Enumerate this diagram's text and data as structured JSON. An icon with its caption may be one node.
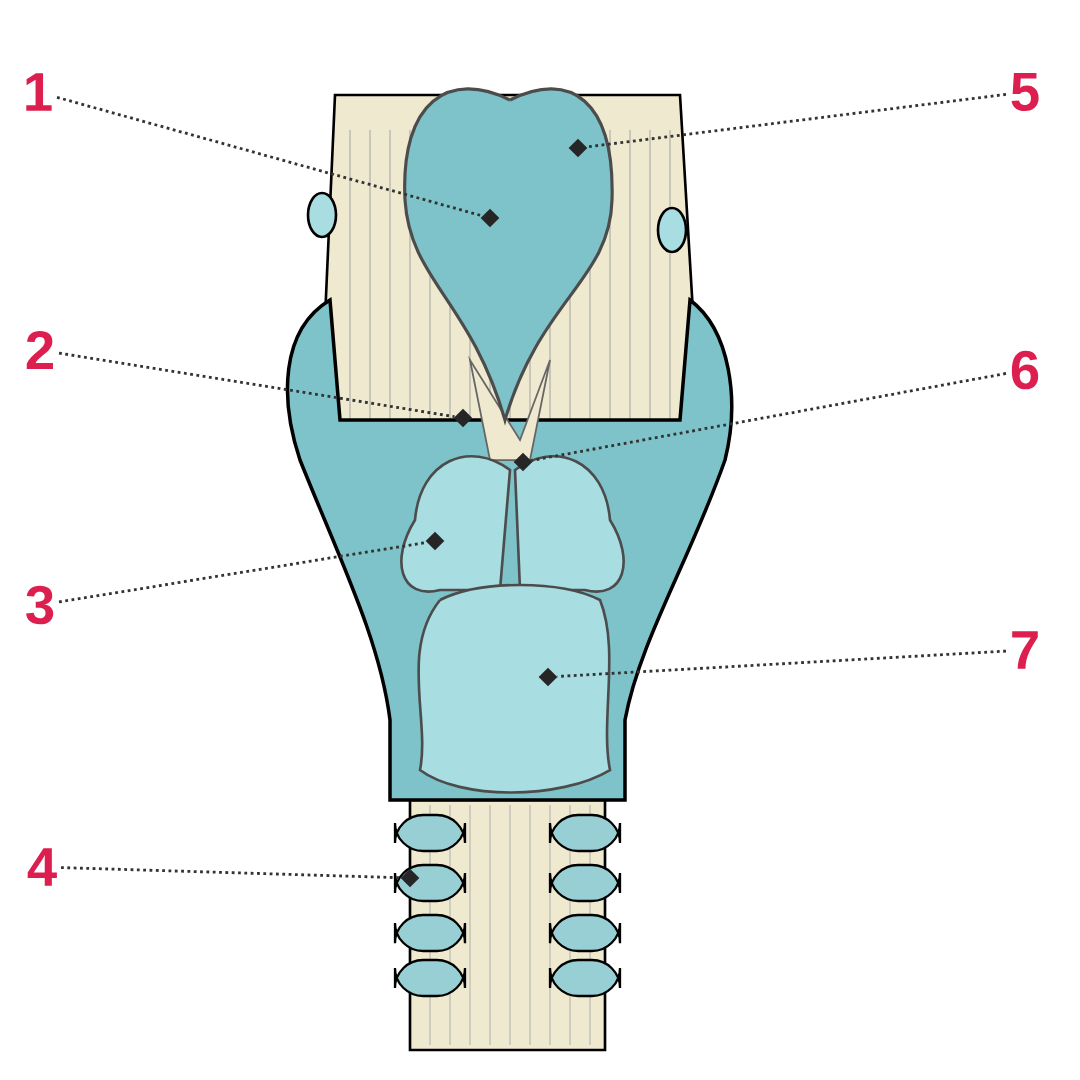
{
  "diagram": {
    "nodes": [
      {
        "text": [
          "1"
        ]
      },
      {
        "text": [
          "2"
        ]
      },
      {
        "text": [
          "3"
        ]
      },
      {
        "text": [
          "4"
        ]
      },
      {
        "text": [
          "5"
        ]
      },
      {
        "text": [
          "6"
        ]
      },
      {
        "text": [
          "7"
        ]
      },
      {
        "text": [],
        "shape": "diamond"
      },
      {
        "text": [],
        "shape": "diamond"
      },
      {
        "text": [],
        "shape": "diamond"
      },
      {
        "text": [],
        "shape": "diamond"
      },
      {
        "text": [],
        "shape": "diamond"
      },
      {
        "text": [],
        "shape": "diamond"
      },
      {
        "text": [],
        "shape": "diamond"
      }
    ],
    "edges": [
      {
        "from": 0,
        "to": 7,
        "arrow": "none",
        "style": "dashed"
      },
      {
        "from": 1,
        "to": 8,
        "arrow": "none",
        "style": "dashed"
      },
      {
        "from": 2,
        "to": 9,
        "arrow": "none",
        "style": "dashed"
      },
      {
        "from": 3,
        "to": 10,
        "arrow": "none",
        "style": "dashed"
      },
      {
        "from": 4,
        "to": 11,
        "arrow": "none",
        "style": "dashed"
      },
      {
        "from": 5,
        "to": 12,
        "arrow": "none",
        "style": "dashed"
      },
      {
        "from": 6,
        "to": 13,
        "arrow": "none",
        "style": "dashed"
      }
    ]
  }
}
